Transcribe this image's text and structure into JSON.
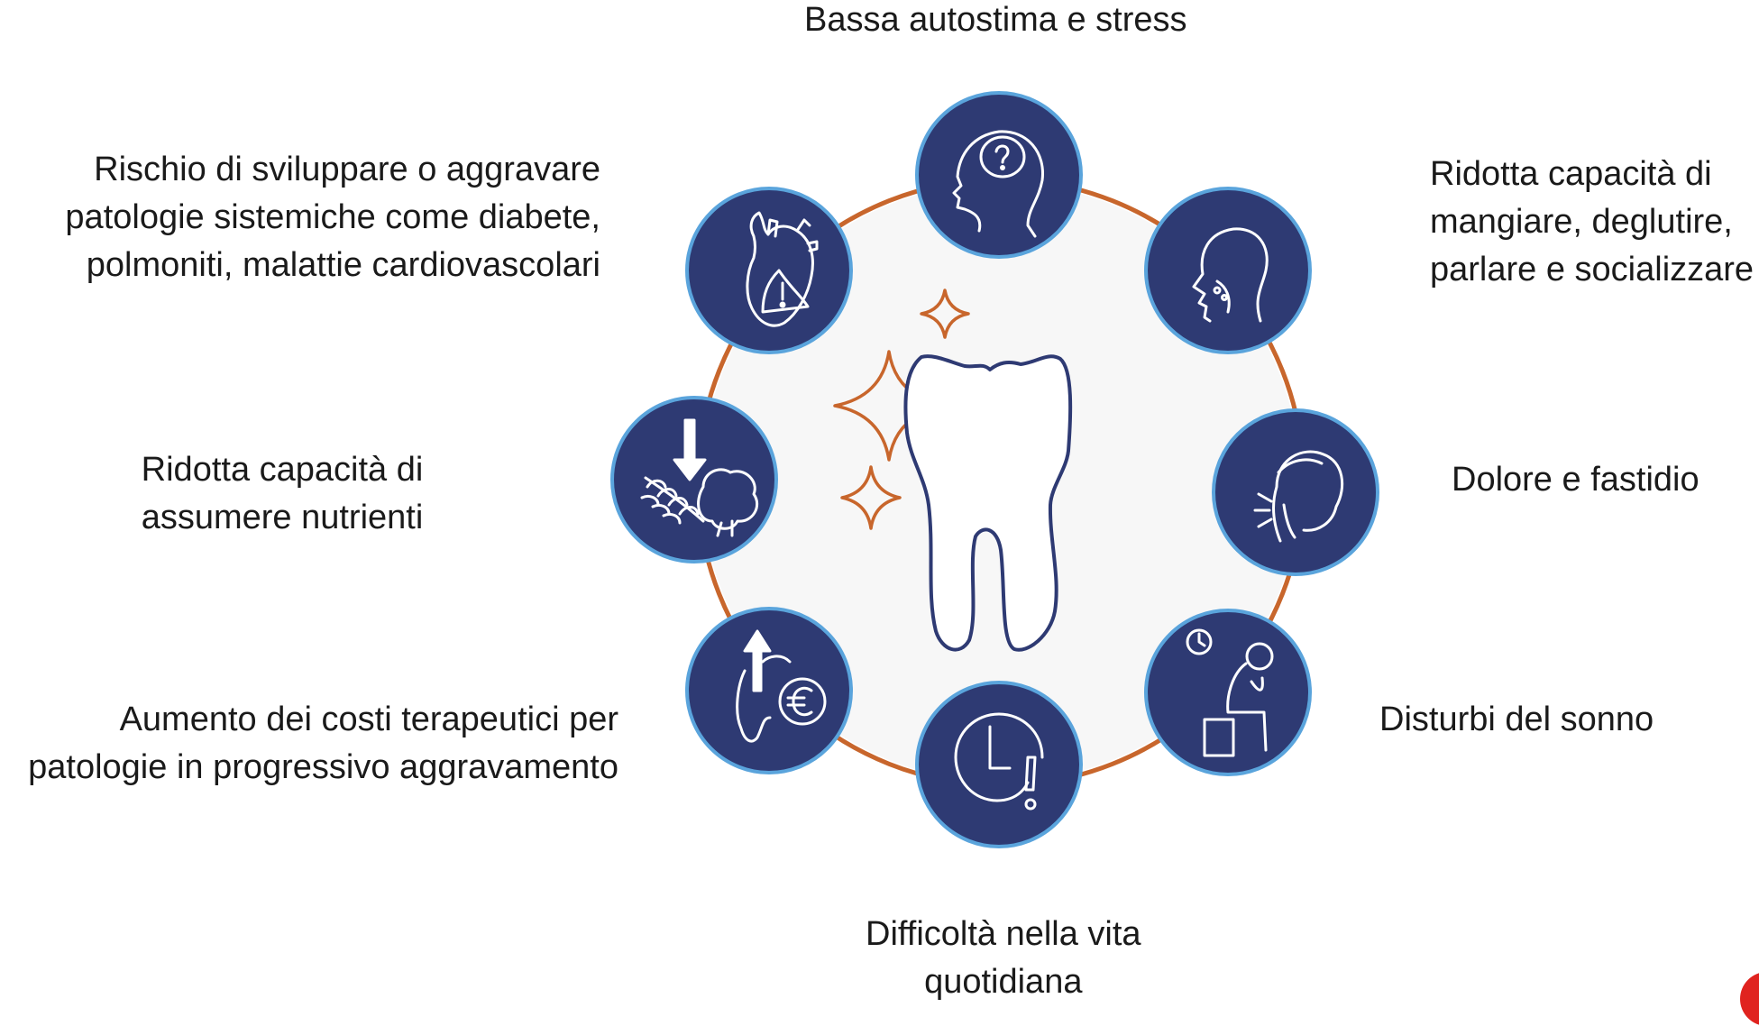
{
  "diagram": {
    "colors": {
      "node_fill": "#2e3a73",
      "node_border": "#5aa4dc",
      "ring": "#c8662c",
      "tooth": "#2e3a73",
      "sparkle": "#c8662c",
      "background_disc": "#f7f7f7"
    },
    "center": {
      "icon": "tooth-icon"
    },
    "nodes": [
      {
        "id": "autostima",
        "icon": "head-question-icon",
        "lines": [
          "Bassa autostima e stress"
        ]
      },
      {
        "id": "mangiare",
        "icon": "head-throat-icon",
        "lines": [
          "Ridotta capacità di",
          "mangiare, deglutire,",
          "parlare e socializzare"
        ]
      },
      {
        "id": "dolore",
        "icon": "toothache-face-icon",
        "lines": [
          "Dolore e fastidio"
        ]
      },
      {
        "id": "sonno",
        "icon": "sleepless-person-icon",
        "lines": [
          "Disturbi del sonno"
        ]
      },
      {
        "id": "vita",
        "icon": "clock-alert-icon",
        "lines": [
          "Difficoltà nella vita",
          "quotidiana"
        ]
      },
      {
        "id": "costi",
        "icon": "tooth-euro-icon",
        "lines": [
          "Aumento dei costi terapeutici per",
          "patologie in progressivo aggravamento"
        ]
      },
      {
        "id": "nutrienti",
        "icon": "food-nutrients-icon",
        "lines": [
          "Ridotta capacità di",
          "assumere nutrienti"
        ]
      },
      {
        "id": "sistemiche",
        "icon": "heart-alert-icon",
        "lines": [
          "Rischio di sviluppare o aggravare",
          "patologie sistemiche come diabete,",
          "polmoniti, malattie cardiovascolari"
        ]
      }
    ]
  }
}
